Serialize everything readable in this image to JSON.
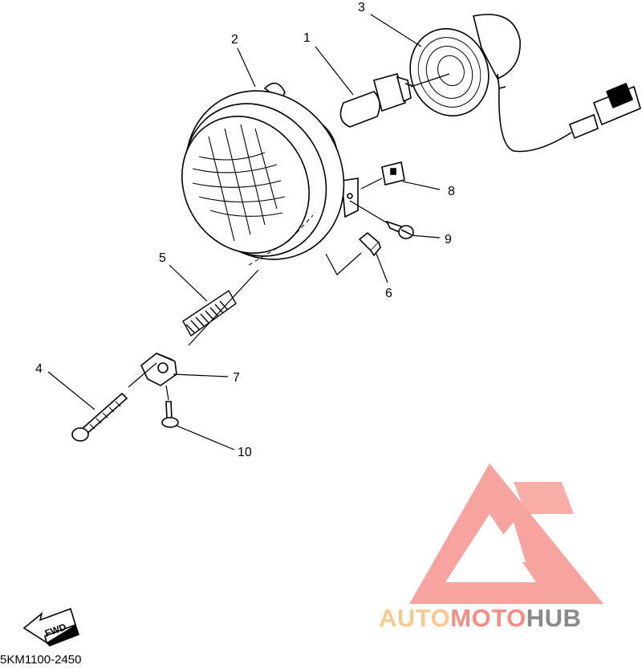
{
  "callouts": [
    "1",
    "2",
    "3",
    "4",
    "5",
    "6",
    "7",
    "8",
    "9",
    "10"
  ],
  "direction_label": "FWD",
  "diagram_code": "5KM1100-2450",
  "watermark": {
    "part1": "AUTO",
    "part2": "MOTO",
    "part3": "HUB",
    "color1": "#F7C98E",
    "color2": "#F48D86",
    "color3": "#8A8A8A",
    "logo_color": "#F7A4A0"
  }
}
